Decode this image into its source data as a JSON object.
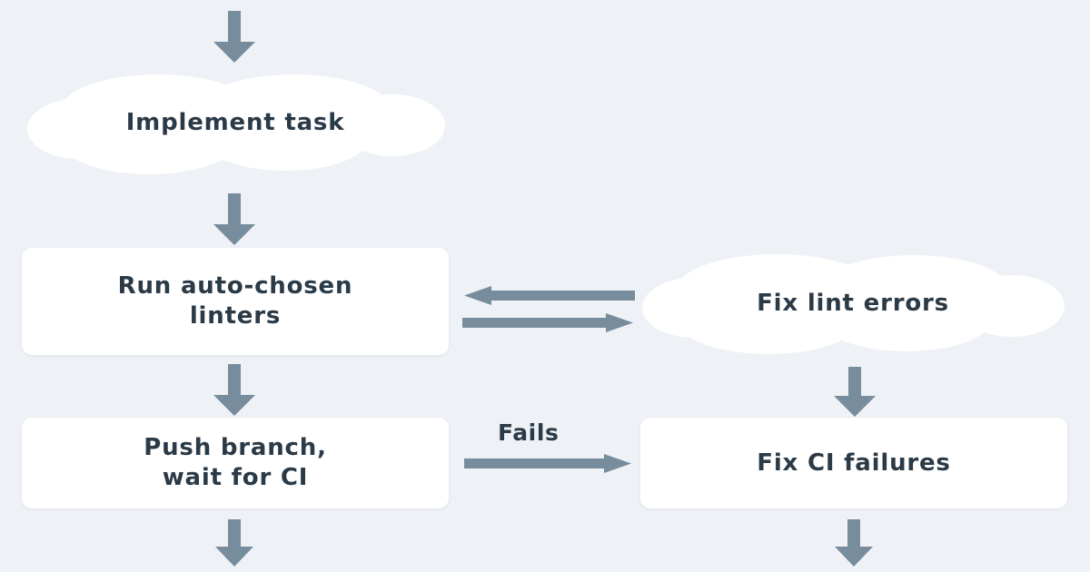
{
  "diagram": {
    "title": "Coding agent workflow flowchart",
    "background_color": "#eef1f5",
    "node_fill": "#ffffff",
    "text_color": "#2b3a47",
    "arrow_color": "#778c9c",
    "nodes": [
      {
        "id": "implement-task",
        "label": "Implement task",
        "shape": "cloud"
      },
      {
        "id": "run-linters",
        "label": "Run auto-chosen\nlinters",
        "shape": "box"
      },
      {
        "id": "fix-lint-errors",
        "label": "Fix lint errors",
        "shape": "cloud"
      },
      {
        "id": "push-branch",
        "label": "Push branch,\nwait for CI",
        "shape": "box"
      },
      {
        "id": "fix-ci-failures",
        "label": "Fix CI failures",
        "shape": "box"
      }
    ],
    "edges": [
      {
        "id": "edge-into-implement",
        "from": "",
        "to": "implement-task",
        "label": "",
        "direction": "down"
      },
      {
        "id": "edge-implement-to-linters",
        "from": "implement-task",
        "to": "run-linters",
        "label": "",
        "direction": "down"
      },
      {
        "id": "edge-fixlint-to-linters",
        "from": "fix-lint-errors",
        "to": "run-linters",
        "label": "",
        "direction": "left"
      },
      {
        "id": "edge-linters-to-fixlint",
        "from": "run-linters",
        "to": "fix-lint-errors",
        "label": "",
        "direction": "right"
      },
      {
        "id": "edge-linters-to-push",
        "from": "run-linters",
        "to": "push-branch",
        "label": "",
        "direction": "down"
      },
      {
        "id": "edge-push-to-fixci",
        "from": "push-branch",
        "to": "fix-ci-failures",
        "label": "Fails",
        "direction": "right"
      },
      {
        "id": "edge-fixlint-to-fixci",
        "from": "fix-lint-errors",
        "to": "fix-ci-failures",
        "label": "",
        "direction": "down"
      },
      {
        "id": "edge-push-out",
        "from": "push-branch",
        "to": "",
        "label": "",
        "direction": "down"
      },
      {
        "id": "edge-fixci-out",
        "from": "fix-ci-failures",
        "to": "",
        "label": "",
        "direction": "down"
      }
    ]
  }
}
